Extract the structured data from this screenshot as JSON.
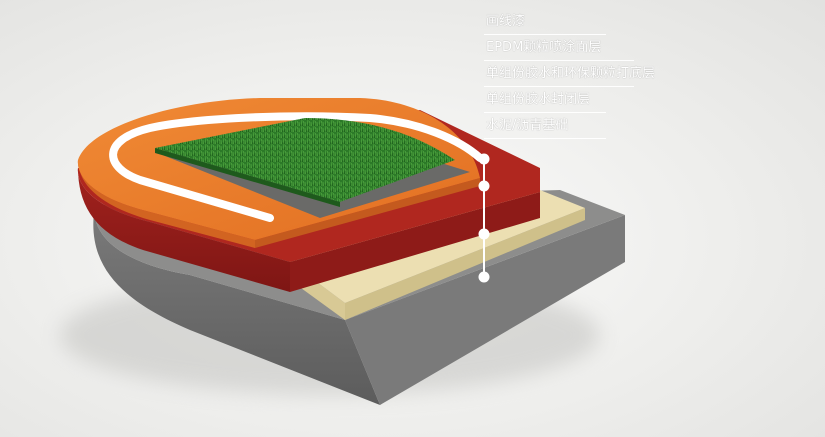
{
  "labels": [
    {
      "text": "画线漆"
    },
    {
      "text": "EPDM颗粒喷涂面层"
    },
    {
      "text": "单组份胶水和环保颗粒打底层"
    },
    {
      "text": "单组份胶水封闭层"
    },
    {
      "text": "水泥/沥青基础"
    }
  ],
  "colors": {
    "concrete": "#6f6f6f",
    "sealer": "#e8dcb0",
    "base_red": "#9a1e1b",
    "surface_orange": "#e8772a",
    "turf_green": "#2f7a2a",
    "line_paint": "#ffffff"
  },
  "icons": [
    "layer-marker-dot"
  ]
}
